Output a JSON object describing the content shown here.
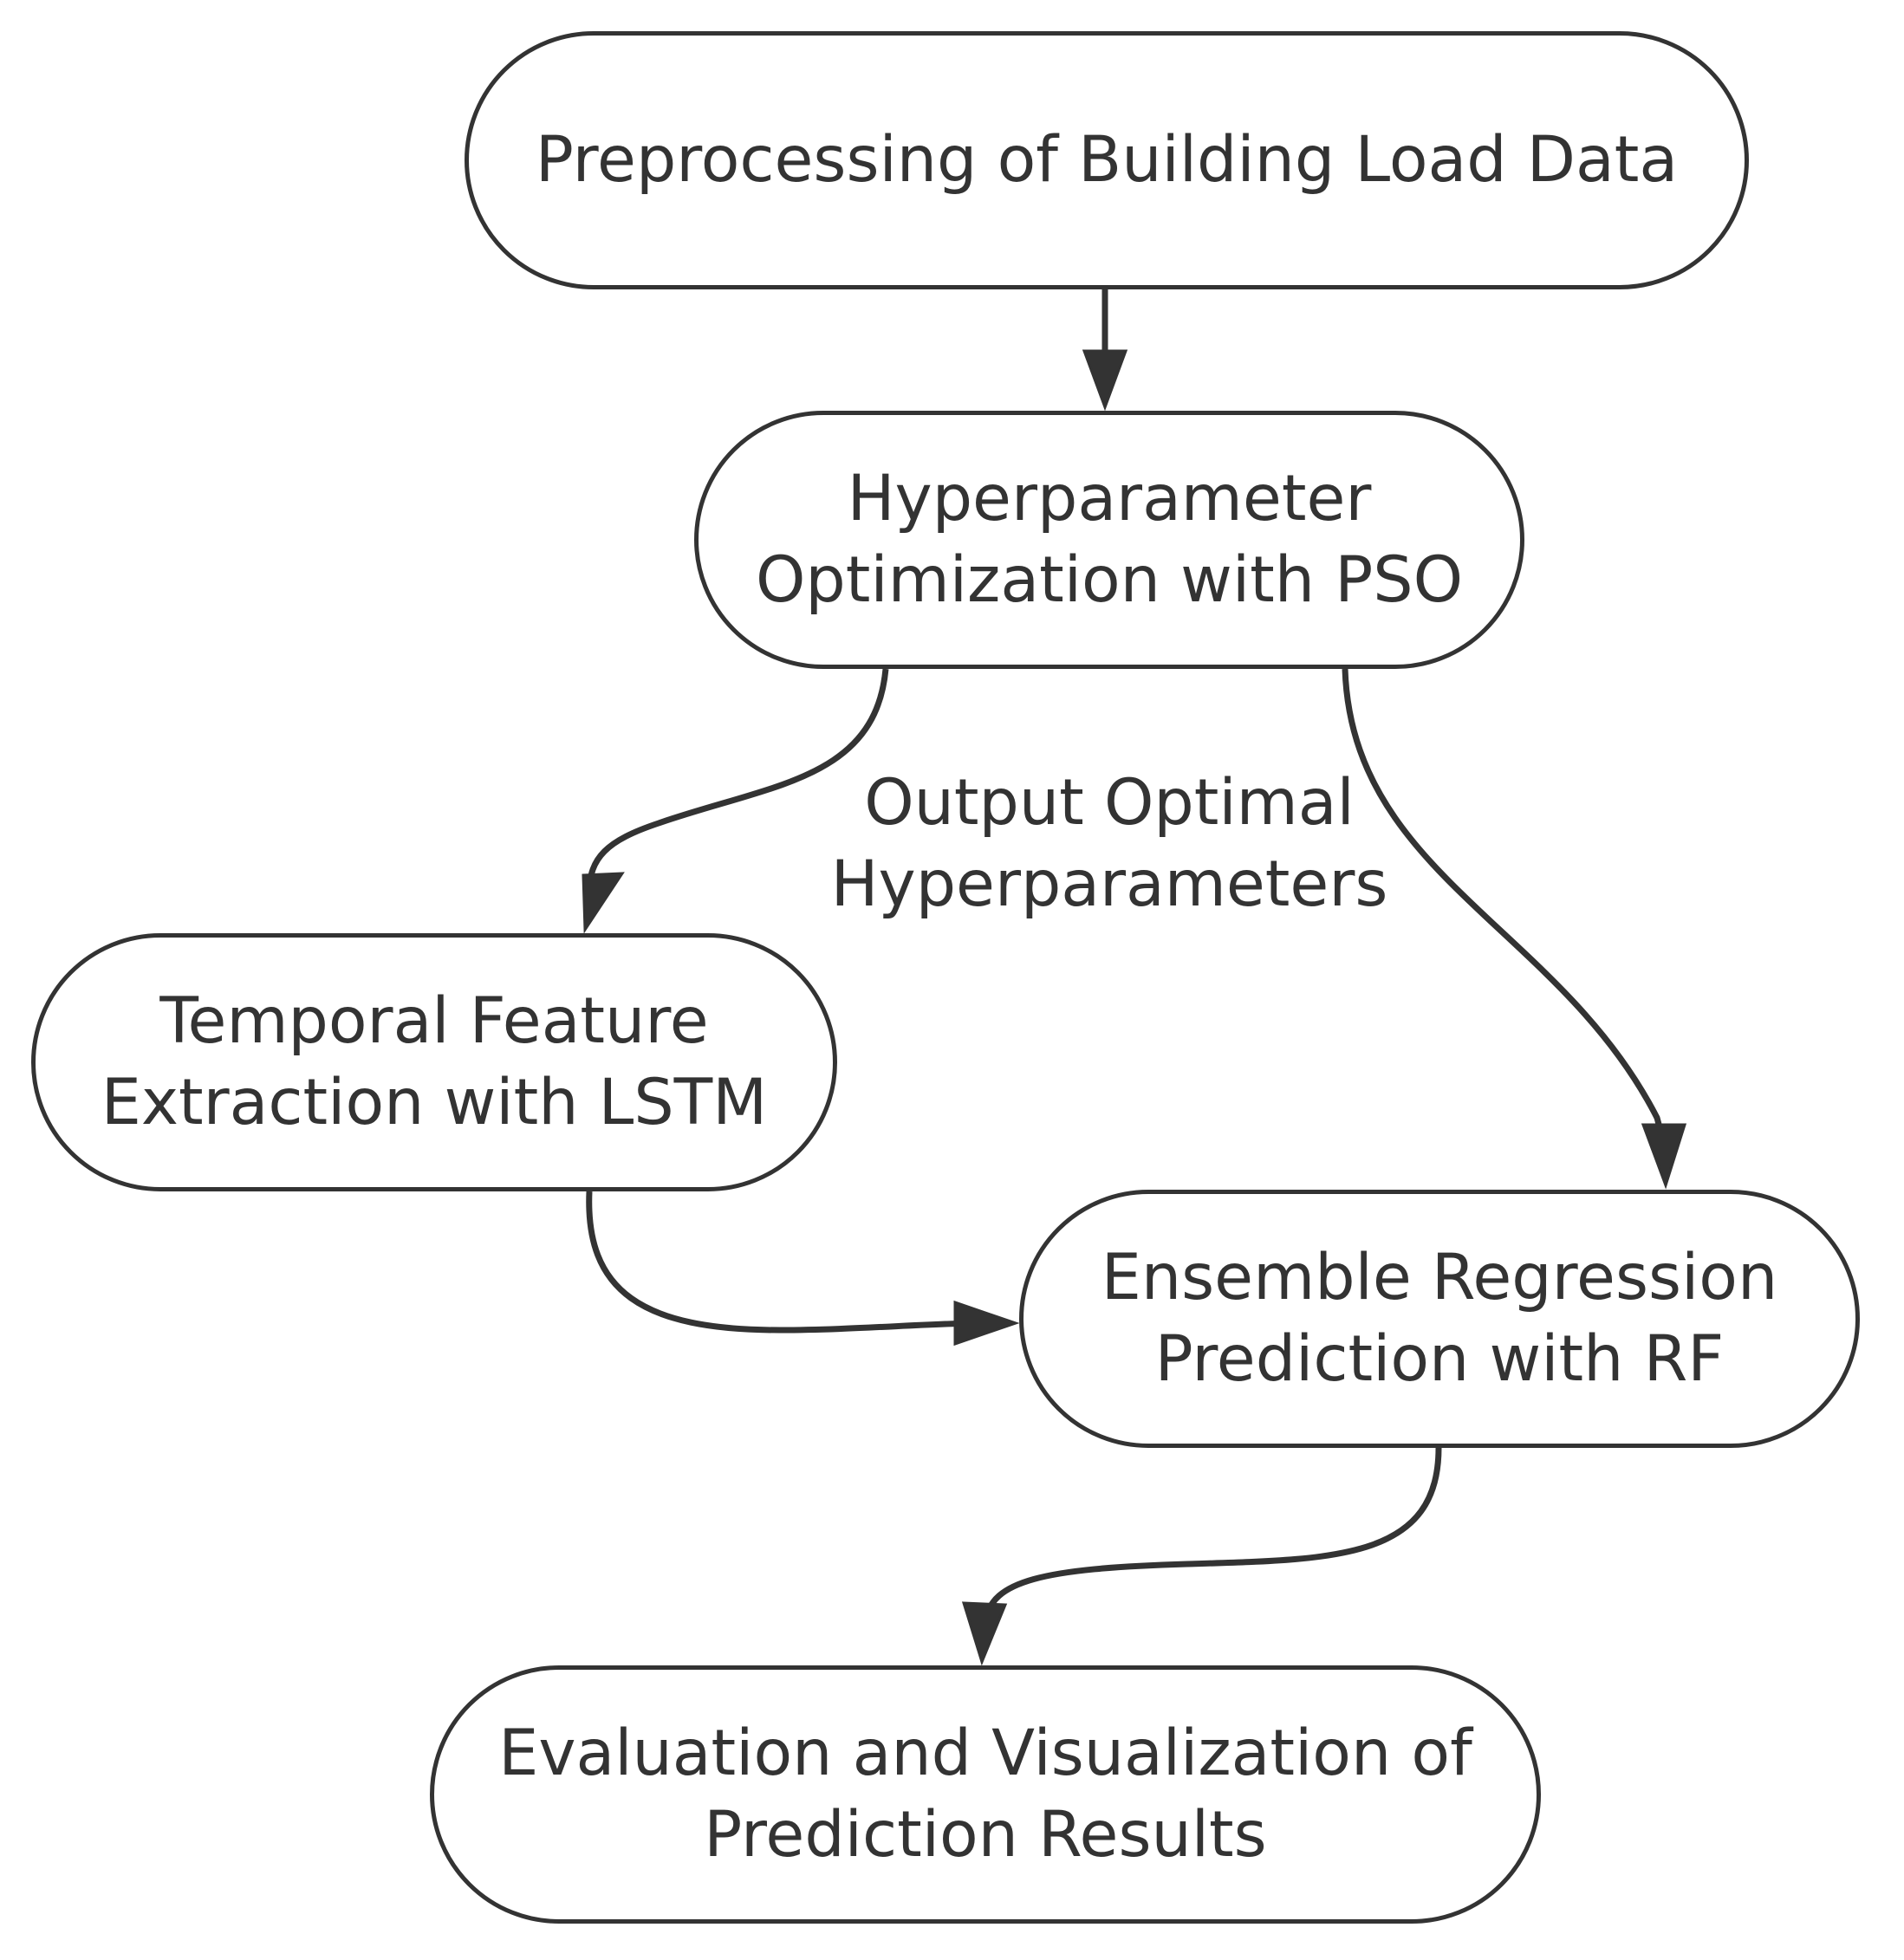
{
  "diagram": {
    "nodes": [
      {
        "id": "n1",
        "label": "Preprocessing of Building Load Data"
      },
      {
        "id": "n2",
        "label": "Hyperparameter\nOptimization with PSO"
      },
      {
        "id": "n3",
        "label": "Temporal Feature\nExtraction with LSTM"
      },
      {
        "id": "n4",
        "label": "Ensemble Regression\nPrediction with RF"
      },
      {
        "id": "n5",
        "label": "Evaluation and Visualization of\nPrediction Results"
      }
    ],
    "edges": [
      {
        "from": "n1",
        "to": "n2",
        "label": ""
      },
      {
        "from": "n2",
        "to": "n3",
        "label": "Output Optimal\nHyperparameters"
      },
      {
        "from": "n2",
        "to": "n4",
        "label": ""
      },
      {
        "from": "n3",
        "to": "n4",
        "label": ""
      },
      {
        "from": "n4",
        "to": "n5",
        "label": ""
      }
    ],
    "colors": {
      "stroke": "#333333",
      "node_fill": "#ffffff",
      "text": "#333333",
      "background": "#ffffff"
    }
  }
}
